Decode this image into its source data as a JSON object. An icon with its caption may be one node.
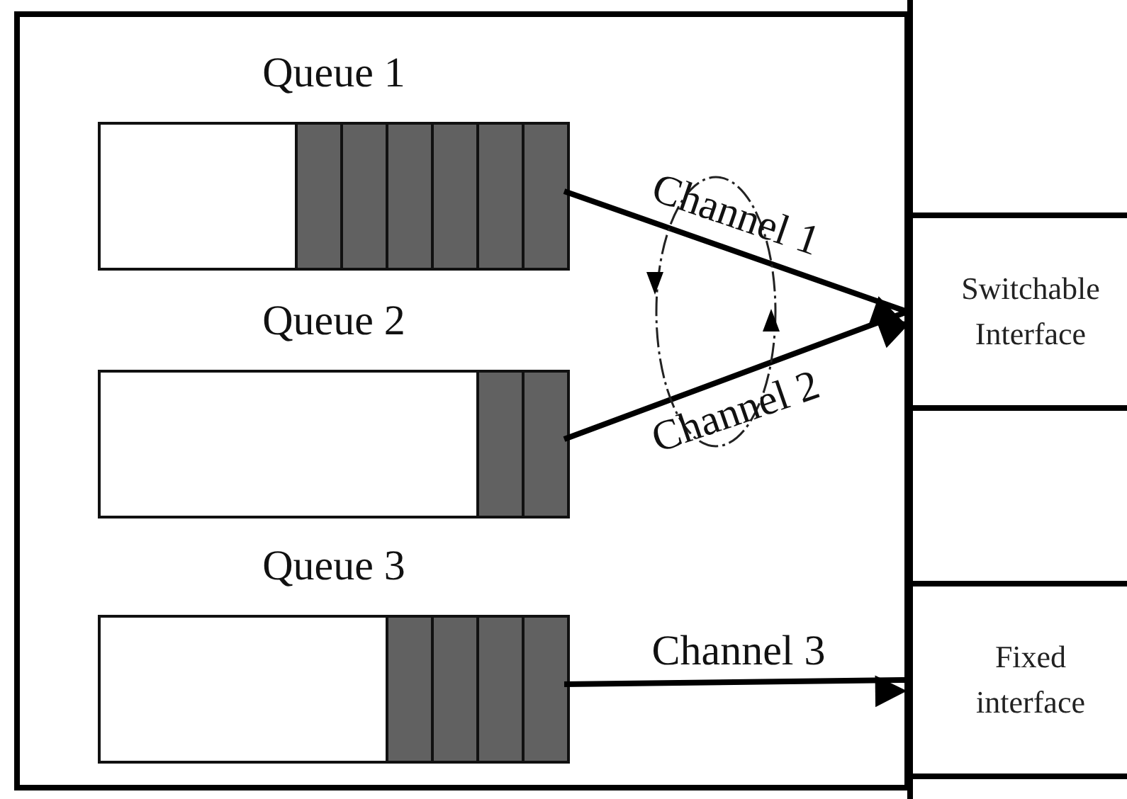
{
  "diagram": {
    "nodes": [
      {
        "text": [],
        "shape": "box"
      },
      {
        "text": [
          "Queue 1"
        ],
        "in": 0
      },
      {
        "text": [
          "Queue 2"
        ],
        "in": 0
      },
      {
        "text": [
          "Queue 3"
        ],
        "in": 0
      },
      {
        "text": [],
        "shape": "box"
      },
      {
        "text": [
          "Switchable Interface"
        ]
      },
      {
        "text": [],
        "shape": "box"
      },
      {
        "text": [
          "Fixed interface"
        ]
      },
      {
        "text": [],
        "shape": "box"
      }
    ],
    "edges": [
      {
        "from": 1,
        "to": 5,
        "label": "Channel 1",
        "arrow": "to"
      },
      {
        "from": 2,
        "to": 5,
        "label": "Channel 2",
        "arrow": "to"
      },
      {
        "from": 3,
        "to": 7,
        "label": "Channel 3",
        "arrow": "to"
      }
    ]
  }
}
